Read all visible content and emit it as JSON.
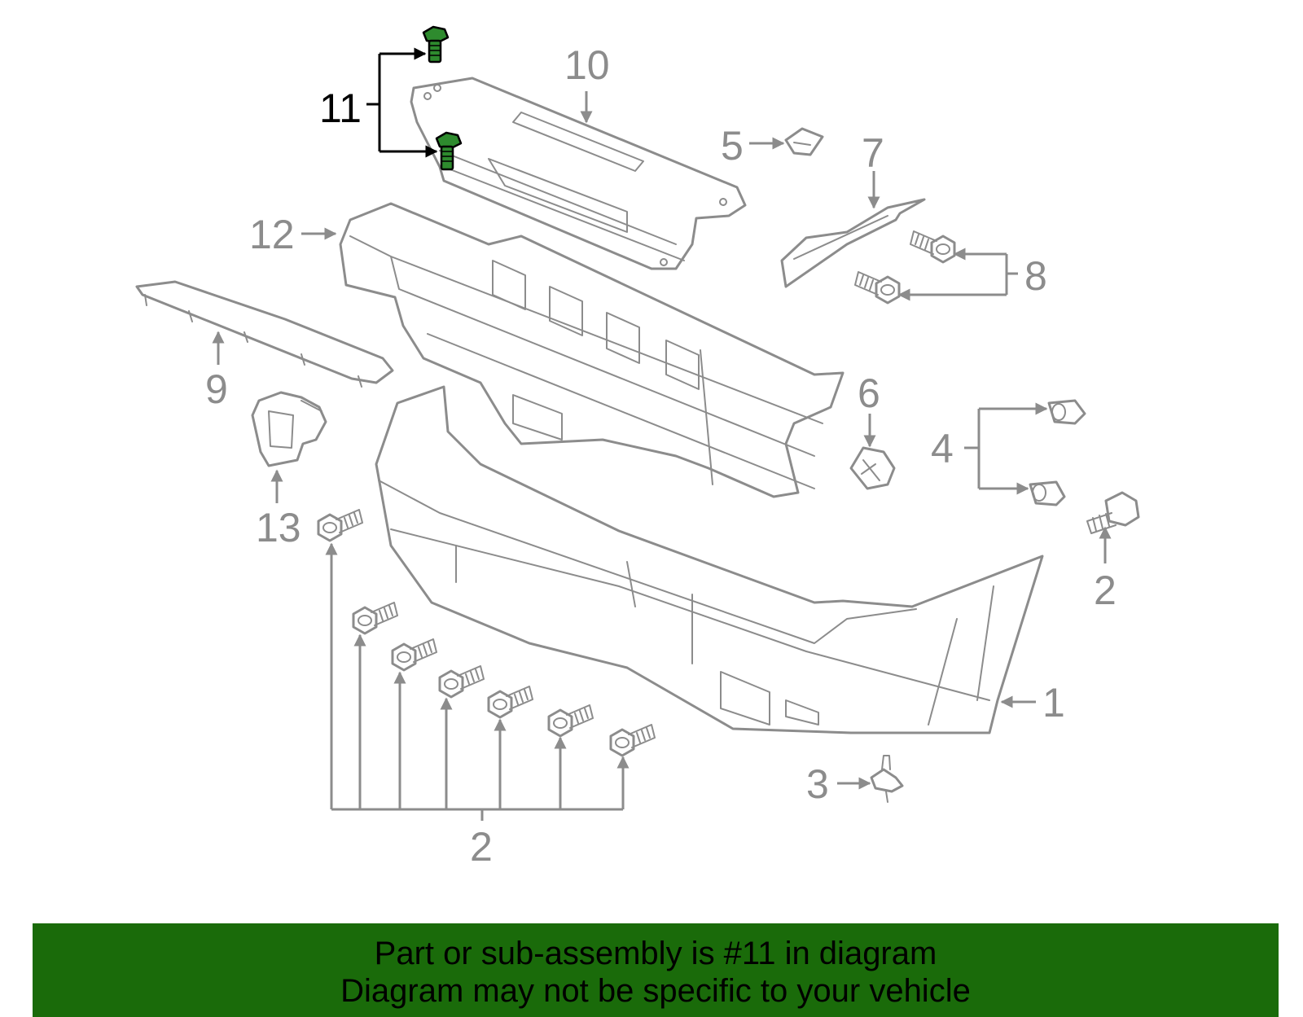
{
  "colors": {
    "part_stroke": "#8c8c8c",
    "highlight_part": "#2e8b2e",
    "banner_background": "#1a6b0a",
    "banner_text": "#000000"
  },
  "callouts": {
    "c1": "1",
    "c2_right": "2",
    "c2_bottom": "2",
    "c3": "3",
    "c4": "4",
    "c5": "5",
    "c6": "6",
    "c7": "7",
    "c8": "8",
    "c9": "9",
    "c10": "10",
    "c11": "11",
    "c12": "12",
    "c13": "13"
  },
  "highlighted_part": "11",
  "banner": {
    "line1": "Part or sub-assembly is #11 in diagram",
    "line2": "Diagram may not be specific to your vehicle"
  }
}
